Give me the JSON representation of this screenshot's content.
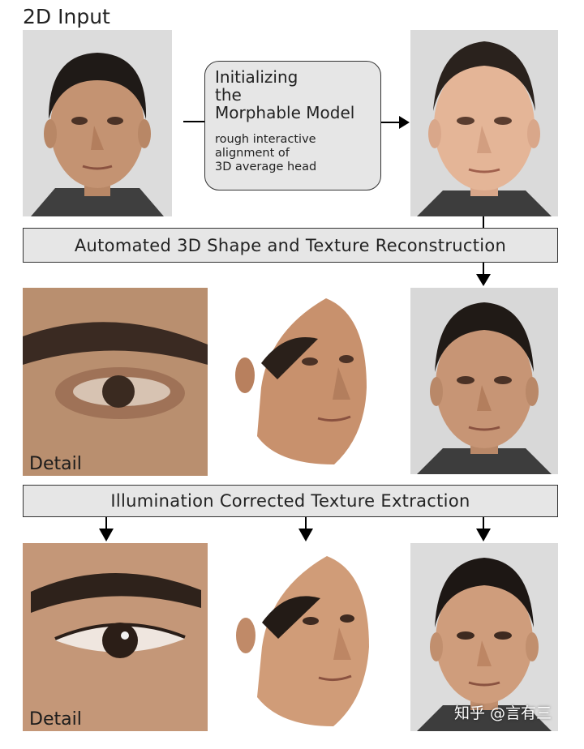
{
  "header": {
    "title": "2D Input"
  },
  "init_box": {
    "heading_lines": [
      "Initializing",
      "the",
      "Morphable Model"
    ],
    "sub_lines": [
      "rough interactive",
      "alignment of",
      "3D average head"
    ]
  },
  "stages": {
    "reconstruction_label": "Automated 3D Shape and Texture Reconstruction",
    "illumination_label": "Illumination Corrected Texture Extraction"
  },
  "detail_labels": [
    "Detail",
    "Detail"
  ],
  "watermark": "知乎 @言有三",
  "colors": {
    "box_fill": "#e6e6e6",
    "border": "#333333",
    "text": "#222222"
  },
  "images": [
    {
      "name": "input-photo",
      "content": "front-facing photo of man, dark hair"
    },
    {
      "name": "morphable-average-head",
      "content": "3D average head render"
    },
    {
      "name": "eye-detail-blurry",
      "content": "blurry close-up of eye"
    },
    {
      "name": "head-3d-angled",
      "content": "angled 3D face mesh render"
    },
    {
      "name": "reconstructed-front",
      "content": "reconstructed frontal face"
    },
    {
      "name": "eye-detail-sharp",
      "content": "sharp close-up of eye"
    },
    {
      "name": "head-3d-angled-corrected",
      "content": "angled 3D face with corrected texture"
    },
    {
      "name": "final-front",
      "content": "final corrected frontal face"
    }
  ]
}
